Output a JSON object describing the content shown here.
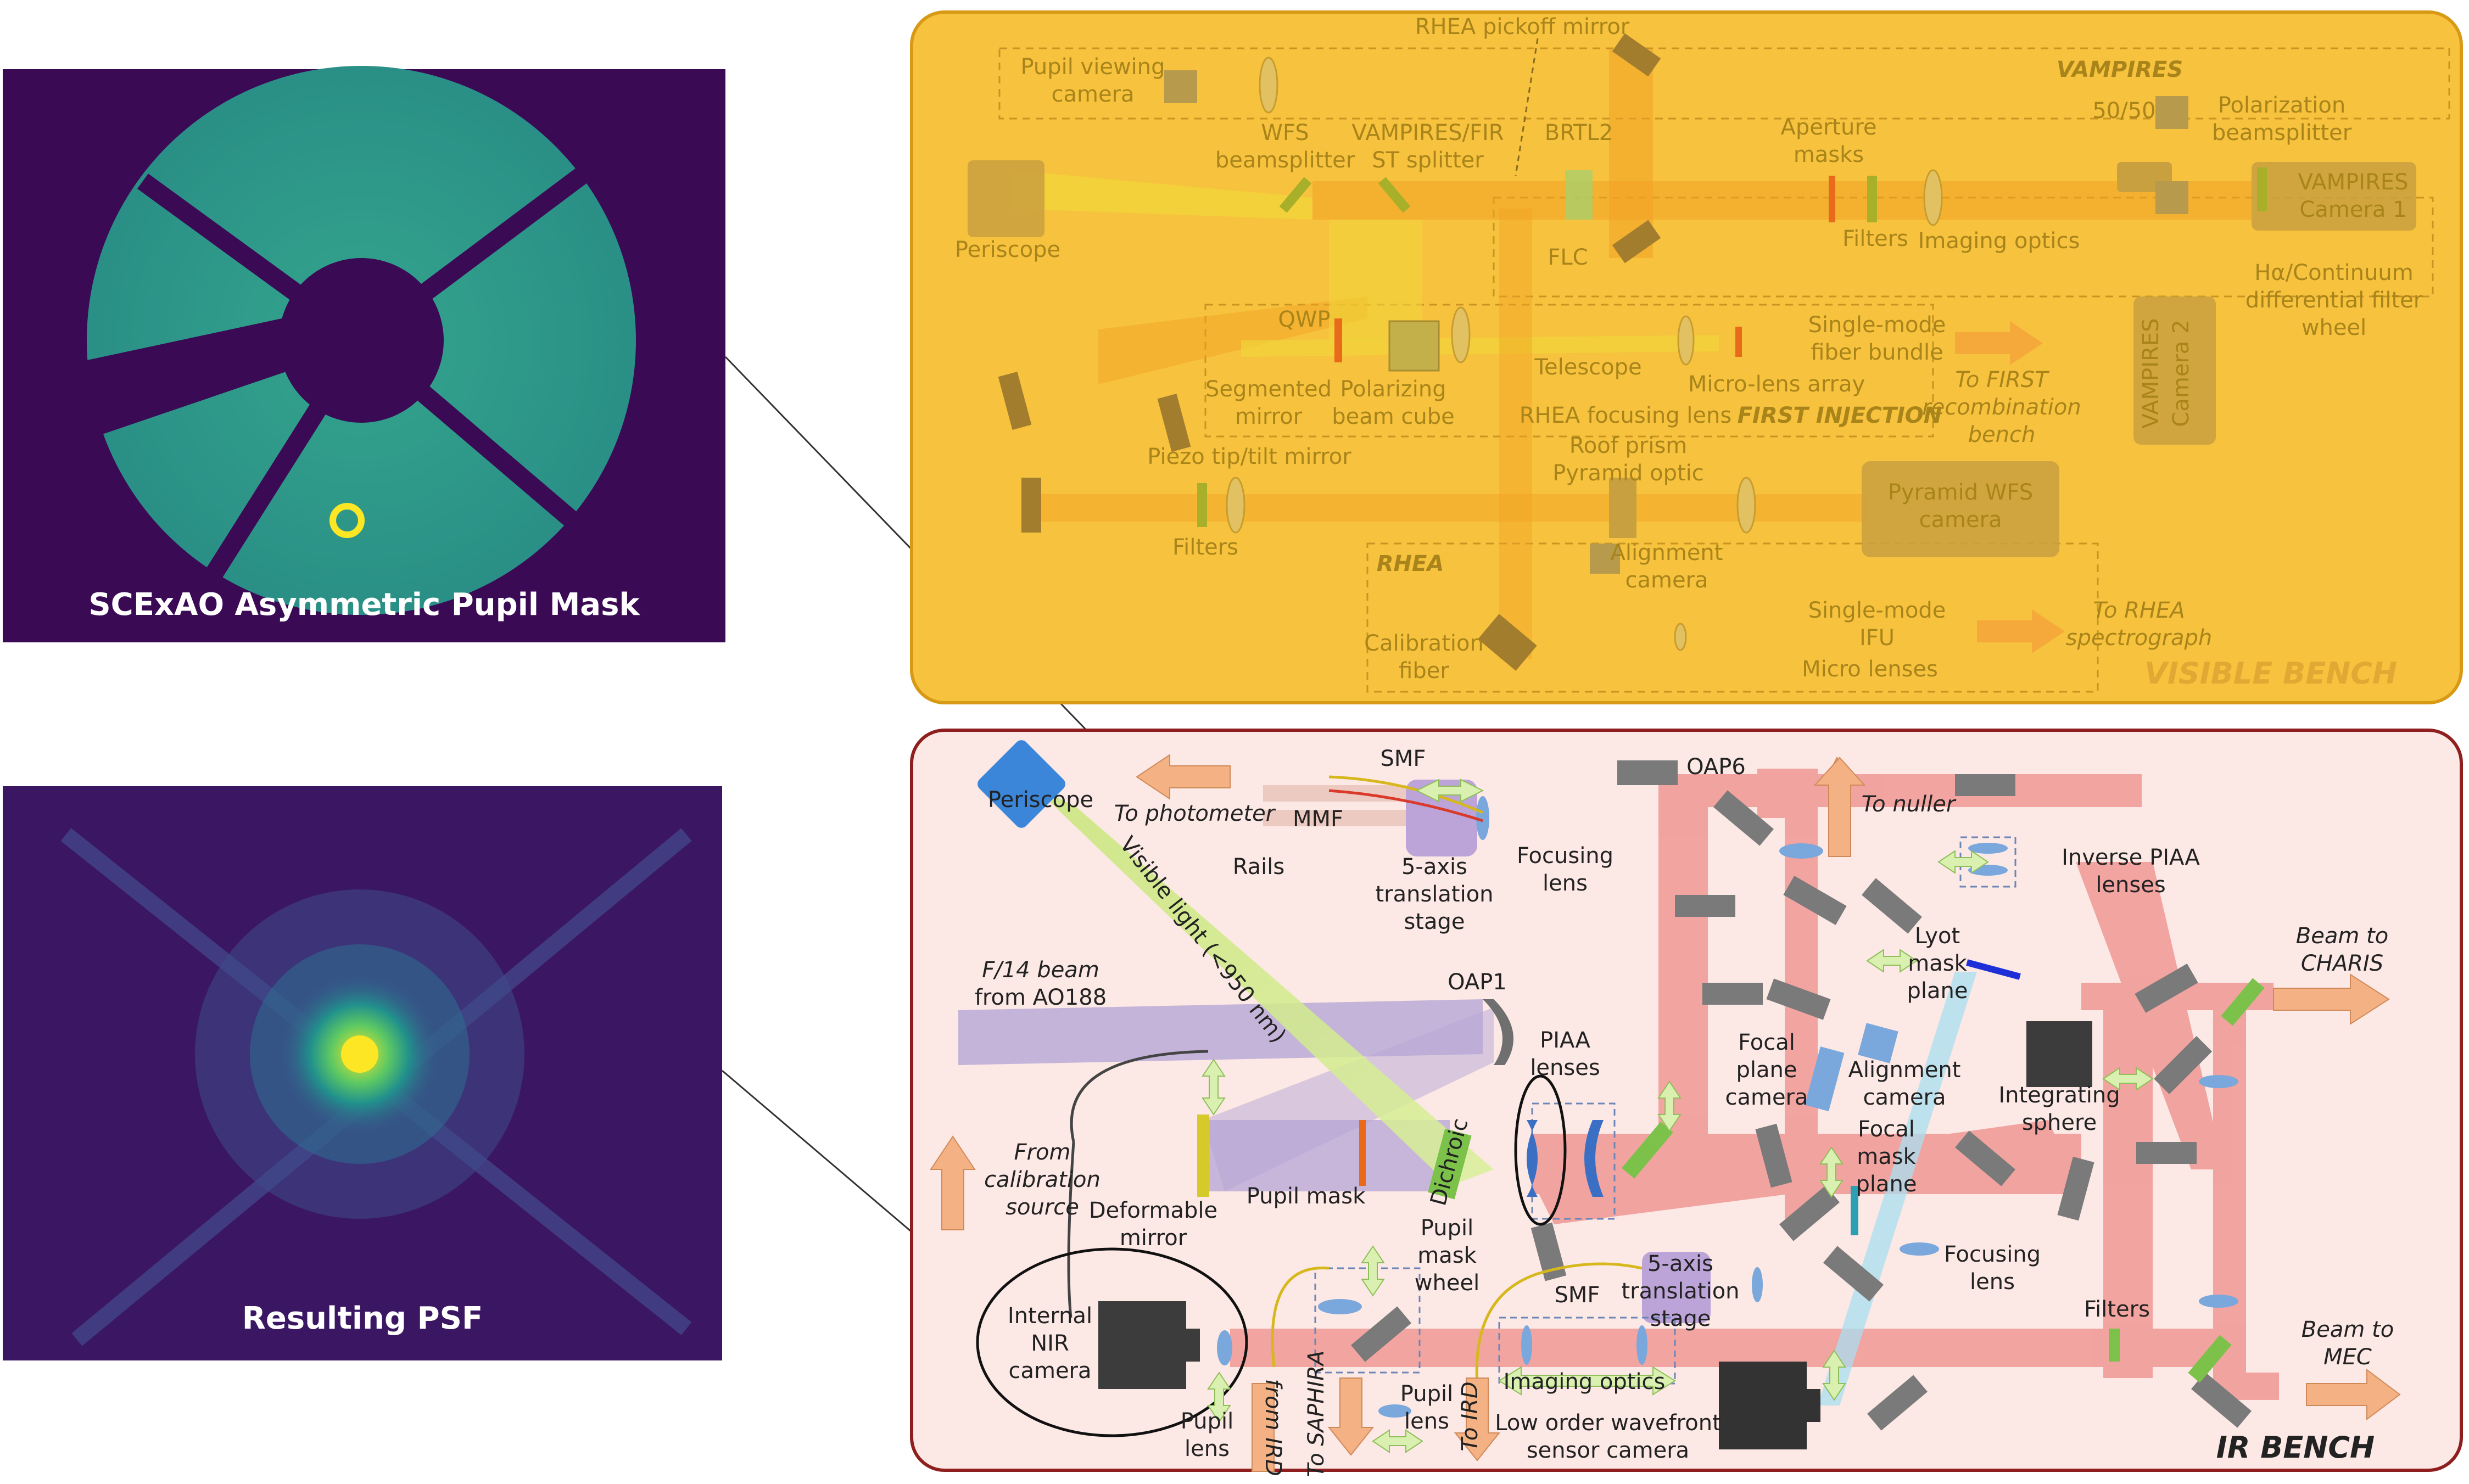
{
  "left_panels": {
    "pupil_caption": "SCExAO Asymmetric Pupil Mask",
    "psf_caption": "Resulting PSF"
  },
  "visible_bench": {
    "title": "VISIBLE BENCH",
    "labels": {
      "rhea_pickoff": "RHEA pickoff mirror",
      "vampires_title": "VAMPIRES",
      "pupil_viewing": [
        "Pupil viewing",
        "camera"
      ],
      "wfs_bs": [
        "WFS",
        "beamsplitter"
      ],
      "vampires_fir": [
        "VAMPIRES/FIR",
        "ST splitter"
      ],
      "brtl2": "BRTL2",
      "flc": "FLC",
      "aperture_masks": [
        "Aperture",
        "masks"
      ],
      "filters_top": "Filters",
      "imaging_optics": "Imaging optics",
      "fifty": "50/50",
      "pol_bs": [
        "Polarization",
        "beamsplitter"
      ],
      "vampires_cam1": [
        "VAMPIRES",
        "Camera 1"
      ],
      "vampires_cam2": [
        "VAMPIRES",
        "Camera 2"
      ],
      "halpha": [
        "Hα/Continuum",
        "differential filter",
        "wheel"
      ],
      "periscope": "Periscope",
      "qwp": "QWP",
      "segmented": [
        "Segmented",
        "mirror"
      ],
      "polarizing": [
        "Polarizing",
        "beam cube"
      ],
      "telescope": "Telescope",
      "smf_bundle": [
        "Single-mode",
        "fiber bundle"
      ],
      "microlens_array": "Micro-lens array",
      "rhea_focusing": "RHEA focusing lens",
      "first_injection": "FIRST INJECTION",
      "to_first": [
        "To FIRST",
        "recombination",
        "bench"
      ],
      "piezo": "Piezo tip/tilt mirror",
      "roof_prism": [
        "Roof prism",
        "Pyramid optic"
      ],
      "pyramid_cam": [
        "Pyramid WFS",
        "camera"
      ],
      "filters_left": "Filters",
      "rhea": "RHEA",
      "alignment_cam": [
        "Alignment",
        "camera"
      ],
      "calib_fiber": [
        "Calibration",
        "fiber"
      ],
      "smifu": [
        "Single-mode",
        "IFU"
      ],
      "micro_lenses": "Micro lenses",
      "to_rhea": [
        "To RHEA",
        "spectrograph"
      ]
    }
  },
  "ir_bench": {
    "title": "IR BENCH",
    "labels": {
      "periscope": "Periscope",
      "to_photometer": "To photometer",
      "smf_top": "SMF",
      "mmf": "MMF",
      "rails": "Rails",
      "five_axis_top": [
        "5-axis",
        "translation",
        "stage"
      ],
      "focusing_lens_top": [
        "Focusing",
        "lens"
      ],
      "oap6": "OAP6",
      "to_nuller": "To nuller",
      "inverse_piaa": [
        "Inverse PIAA",
        "lenses"
      ],
      "visible_light": "Visible light (<950 nm)",
      "f14": [
        "F/14 beam",
        "from AO188"
      ],
      "oap1": "OAP1",
      "piaa": [
        "PIAA",
        "lenses"
      ],
      "lyot": [
        "Lyot",
        "mask",
        "plane"
      ],
      "beam_charis": [
        "Beam to",
        "CHARIS"
      ],
      "focal_plane_cam": [
        "Focal",
        "plane",
        "camera"
      ],
      "alignment_cam": [
        "Alignment",
        "camera"
      ],
      "integrating": [
        "Integrating",
        "sphere"
      ],
      "from_calib": [
        "From",
        "calibration",
        "source"
      ],
      "deformable": [
        "Deformable",
        "mirror"
      ],
      "pupil_mask": "Pupil mask",
      "dichroic": "Dichroic",
      "pupil_mask_wheel": [
        "Pupil",
        "mask",
        "wheel"
      ],
      "focal_mask": [
        "Focal",
        "mask",
        "plane"
      ],
      "focusing_lens_mid": [
        "Focusing",
        "lens"
      ],
      "five_axis_bottom": [
        "5-axis",
        "translation",
        "stage"
      ],
      "smf_bottom": "SMF",
      "filters": "Filters",
      "beam_mec": [
        "Beam to",
        "MEC"
      ],
      "internal_nir": [
        "Internal",
        "NIR",
        "camera"
      ],
      "pupil_lens_left": [
        "Pupil",
        "lens"
      ],
      "from_ird": "from IRD",
      "to_saphira": "To SAPHIRA",
      "pupil_lens_mid": [
        "Pupil",
        "lens"
      ],
      "to_ird": "To IRD",
      "imaging_optics": "Imaging optics",
      "lowf": [
        "Low order wavefront",
        "sensor camera"
      ]
    }
  },
  "colors": {
    "visible_bg": "#f7c23d",
    "visible_border": "#d89a14",
    "ir_bg": "#fce8e4",
    "ir_border": "#8f1f1f",
    "beam_red": "#e8605e",
    "beam_visible": "#f0d43a",
    "panel_dark": "#3b0b56",
    "pupil_teal": "#2f9d8a",
    "arrow_orange": "#f4b183"
  }
}
